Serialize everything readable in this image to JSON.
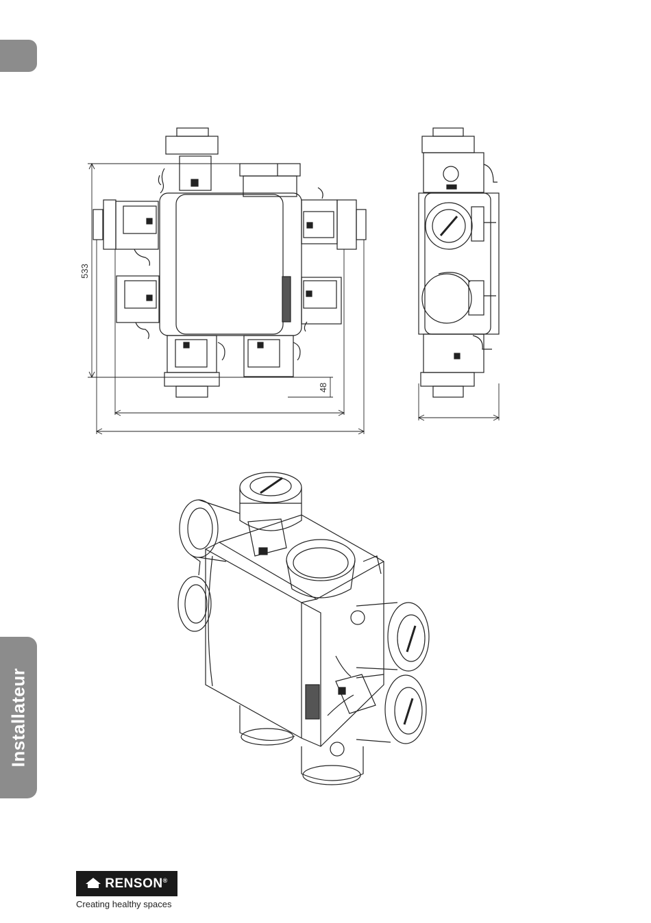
{
  "side_tab": {
    "label": "Installateur"
  },
  "dimensions": {
    "height_label": "533",
    "offset_label": "48"
  },
  "brand": {
    "name": "RENSON",
    "trademark": "®",
    "tagline": "Creating healthy spaces"
  },
  "icons": [
    "renson-roof-icon"
  ],
  "colors": {
    "tab_gray": "#8c8c8c",
    "logo_black": "#1a1a1a"
  }
}
